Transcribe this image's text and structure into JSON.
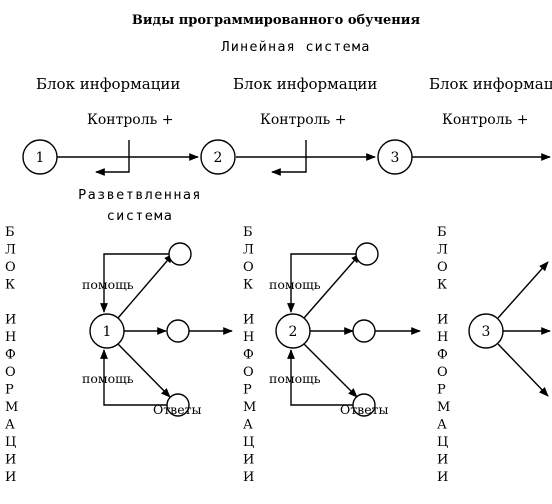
{
  "title": "Виды программированного обучения",
  "linear": {
    "subtitle": "Линейная система",
    "block_label": "Блок информации",
    "block_label_cut": "Блок информац",
    "control_label": "Контроль +",
    "nodes": [
      "1",
      "2",
      "3"
    ]
  },
  "branched": {
    "subtitle_line1": "Разветвленная",
    "subtitle_line2": "система",
    "help_label": "помощь",
    "answers_label": "Ответы",
    "nodes": [
      "1",
      "2",
      "3"
    ],
    "vertical_text": [
      "Б",
      "Л",
      "О",
      "К",
      "",
      "И",
      "Н",
      "Ф",
      "О",
      "Р",
      "М",
      "А",
      "Ц",
      "И",
      "И"
    ]
  }
}
